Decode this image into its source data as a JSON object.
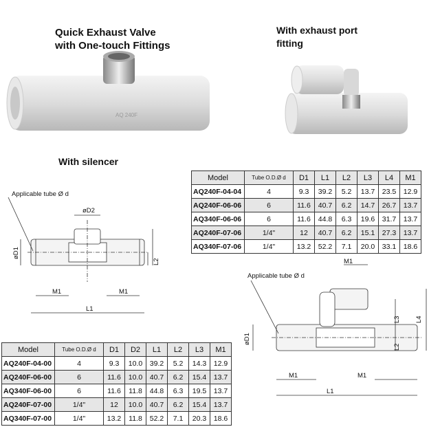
{
  "titles": {
    "main_line1": "Quick Exhaust Valve",
    "main_line2": "with One-touch Fittings",
    "port_line1": "With exhaust port",
    "port_line2": "fitting",
    "silencer": "With silencer"
  },
  "labels": {
    "tube": "Applicable tube Ø d",
    "d1": "øD1",
    "d2": "øD2",
    "l1": "L1",
    "l2": "L2",
    "l3": "L3",
    "l4": "L4",
    "m1": "M1"
  },
  "table_port": {
    "headers": [
      "Model",
      "Tube O.D.Ø d",
      "D1",
      "L1",
      "L2",
      "L3",
      "L4",
      "M1"
    ],
    "rows": [
      [
        "AQ240F-04-04",
        "4",
        "9.3",
        "39.2",
        "5.2",
        "13.7",
        "23.5",
        "12.9"
      ],
      [
        "AQ240F-06-06",
        "6",
        "11.6",
        "40.7",
        "6.2",
        "14.7",
        "26.7",
        "13.7"
      ],
      [
        "AQ340F-06-06",
        "6",
        "11.6",
        "44.8",
        "6.3",
        "19.6",
        "31.7",
        "13.7"
      ],
      [
        "AQ240F-07-06",
        "1/4\"",
        "12",
        "40.7",
        "6.2",
        "15.1",
        "27.3",
        "13.7"
      ],
      [
        "AQ340F-07-06",
        "1/4\"",
        "13.2",
        "52.2",
        "7.1",
        "20.0",
        "33.1",
        "18.6"
      ]
    ]
  },
  "table_silencer": {
    "headers": [
      "Model",
      "Tube O.D.Ø d",
      "D1",
      "D2",
      "L1",
      "L2",
      "L3",
      "M1"
    ],
    "rows": [
      [
        "AQ240F-04-00",
        "4",
        "9.3",
        "10.0",
        "39.2",
        "5.2",
        "14.3",
        "12.9"
      ],
      [
        "AQ240F-06-00",
        "6",
        "11.6",
        "10.0",
        "40.7",
        "6.2",
        "15.4",
        "13.7"
      ],
      [
        "AQ340F-06-00",
        "6",
        "11.6",
        "11.8",
        "44.8",
        "6.3",
        "19.5",
        "13.7"
      ],
      [
        "AQ240F-07-00",
        "1/4\"",
        "12",
        "10.0",
        "40.7",
        "6.2",
        "15.4",
        "13.7"
      ],
      [
        "AQ340F-07-00",
        "1/4\"",
        "13.2",
        "11.8",
        "52.2",
        "7.1",
        "20.3",
        "18.6"
      ]
    ]
  },
  "photo_marking": "AQ 240F"
}
